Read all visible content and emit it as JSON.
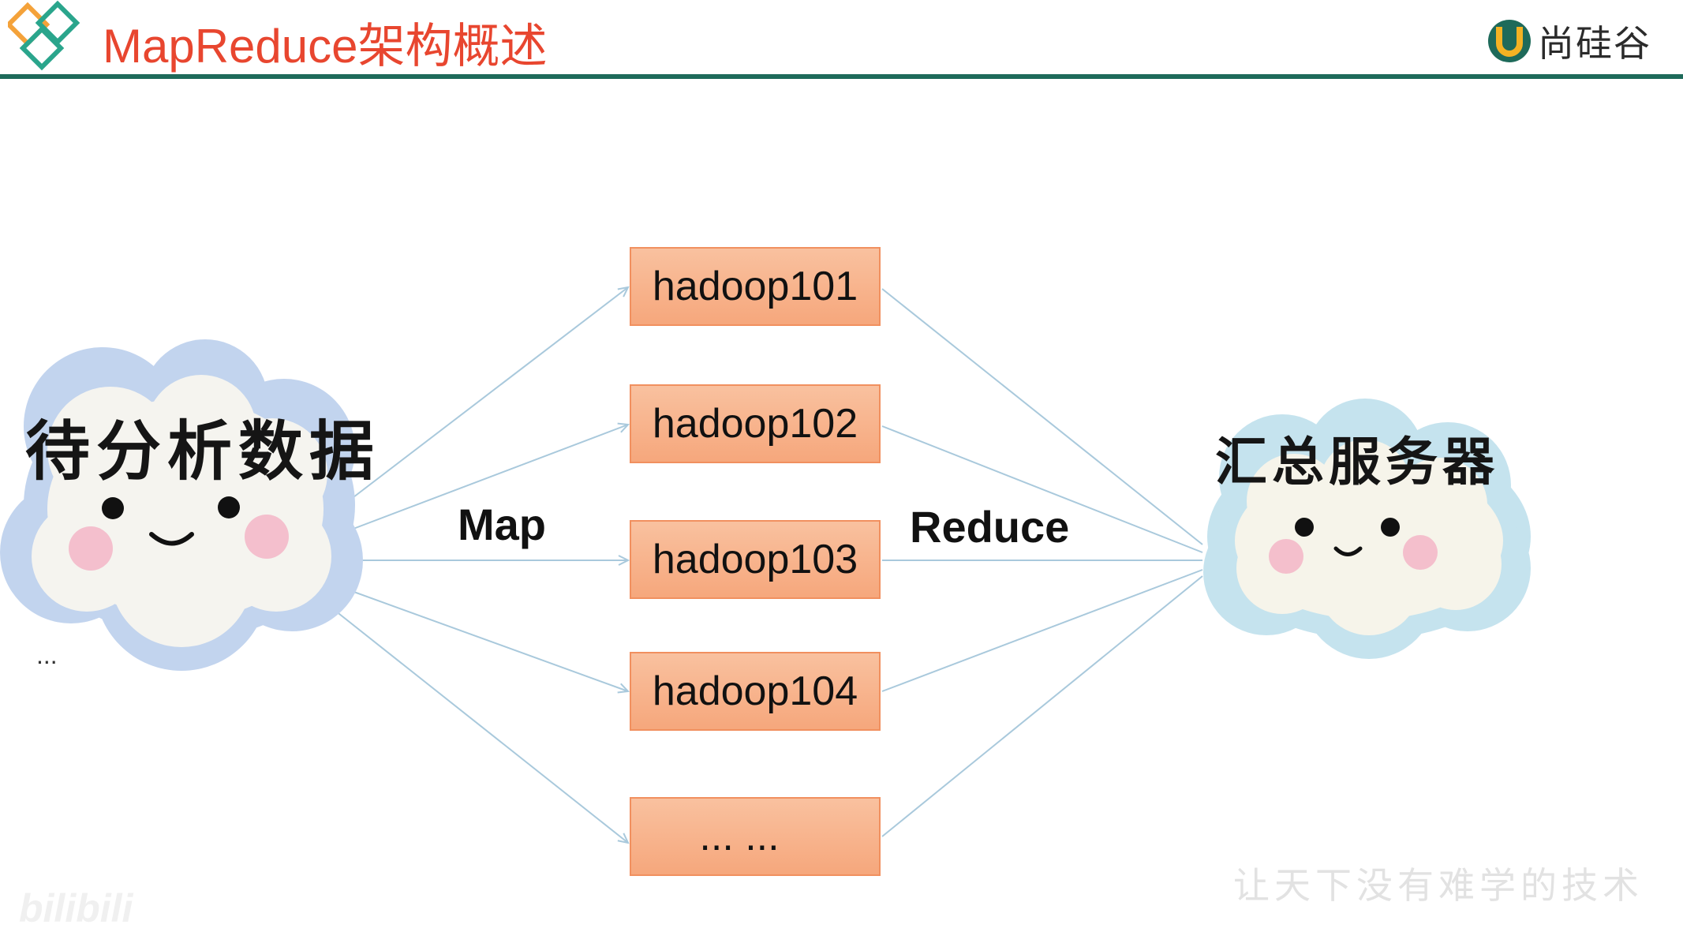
{
  "header": {
    "title": "MapReduce架构概述",
    "brand": "尚硅谷",
    "brand_mark": "U"
  },
  "diagram": {
    "source_label": "待分析数据",
    "source_more": "...",
    "target_label": "汇总服务器",
    "map_label": "Map",
    "reduce_label": "Reduce",
    "nodes": [
      "hadoop101",
      "hadoop102",
      "hadoop103",
      "hadoop104",
      "... ..."
    ]
  },
  "footer": {
    "slogan": "让天下没有难学的技术",
    "video_logo": "bilibili"
  },
  "colors": {
    "title": "#e8462f",
    "header_rule": "#1e6a5a",
    "node_fill": "#f6a77c",
    "node_border": "#f1905f",
    "edge": "#a9c9dc",
    "source_cloud_outer": "#c2d4ee",
    "target_cloud_outer": "#c5e3ee"
  }
}
